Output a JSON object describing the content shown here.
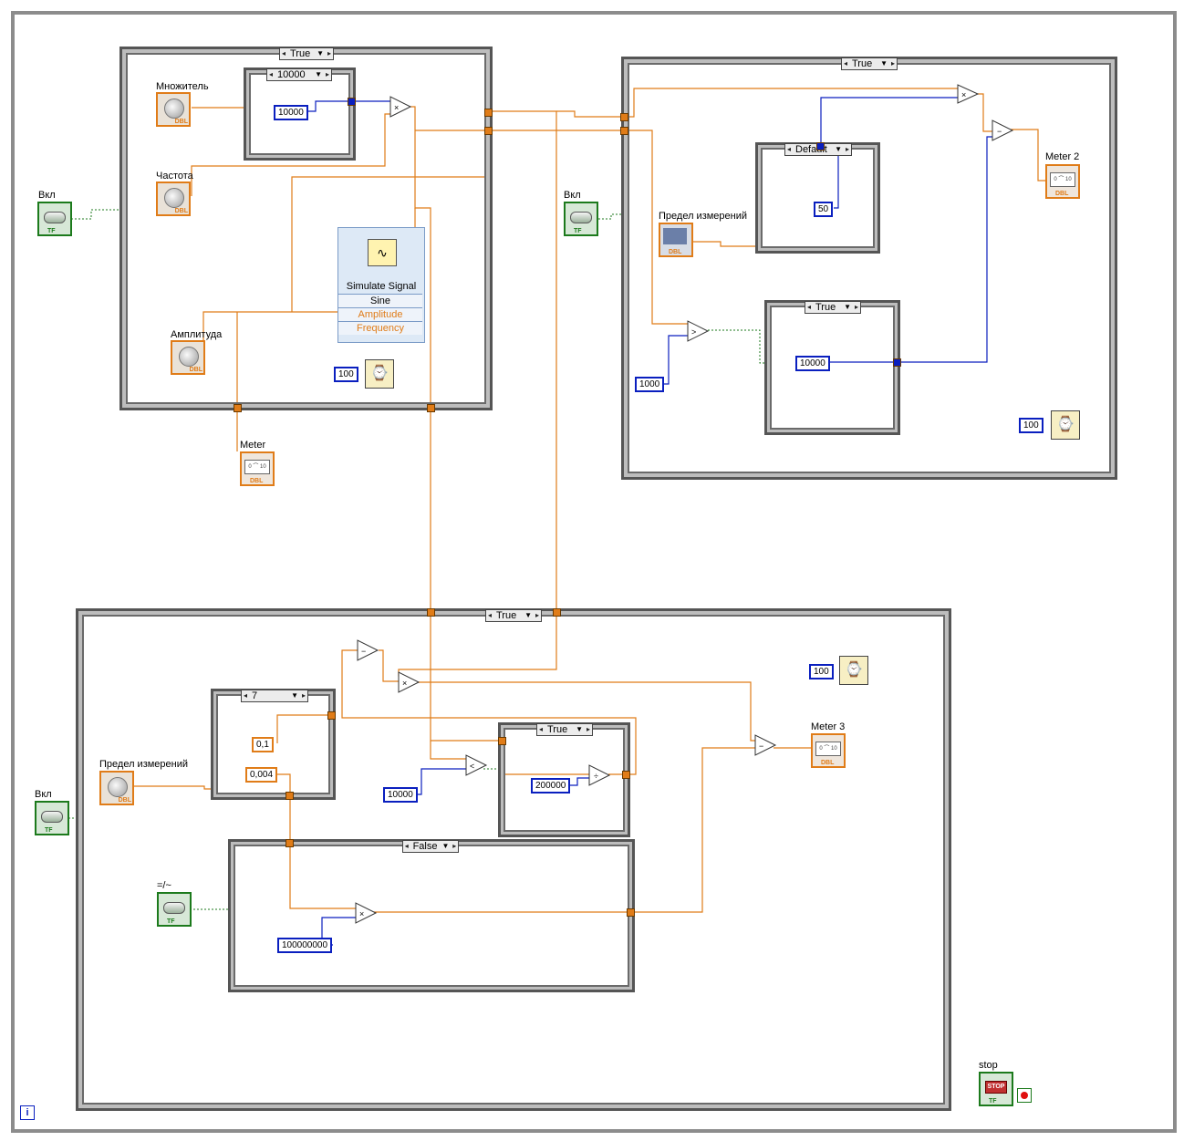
{
  "structures": {
    "case_a": {
      "selector": "True"
    },
    "case_a_inner": {
      "selector": "10000"
    },
    "case_b": {
      "selector": "True"
    },
    "case_b_default": {
      "selector": "Default"
    },
    "case_b_inner_true": {
      "selector": "True"
    },
    "case_c": {
      "selector": "True"
    },
    "case_c_seven": {
      "selector": "7"
    },
    "case_c_inner_true": {
      "selector": "True"
    },
    "case_c_false": {
      "selector": "False"
    }
  },
  "labels": {
    "multiplier": "Множитель",
    "frequency": "Частота",
    "amplitude": "Амплитуда",
    "enable_a": "Вкл",
    "enable_b": "Вкл",
    "enable_c": "Вкл",
    "meter": "Meter",
    "meter2": "Meter 2",
    "meter3": "Meter 3",
    "range_b": "Предел измерений",
    "range_c": "Предел измерений",
    "ac_dc": "=/~",
    "stop": "stop"
  },
  "constants": {
    "a_10000": "10000",
    "a_wait": "100",
    "b_50": "50",
    "b_1000": "1000",
    "b_10000": "10000",
    "b_wait": "100",
    "c_wait": "100",
    "c_01": "0,1",
    "c_0004": "0,004",
    "c_10000": "10000",
    "c_200000": "200000",
    "c_100000000": "100000000"
  },
  "simulate_signal": {
    "title": "Simulate Signal",
    "mode": "Sine",
    "input1": "Amplitude",
    "input2": "Frequency"
  },
  "tags": {
    "dbl": "DBL",
    "tf": "TF",
    "stop_btn": "STOP"
  },
  "icons": {
    "wait": "wait-ms-icon",
    "info": "i"
  },
  "colors": {
    "orange_wire": "#e07c18",
    "blue_wire": "#0a1fbf",
    "green_wire": "#1c7a1c"
  }
}
